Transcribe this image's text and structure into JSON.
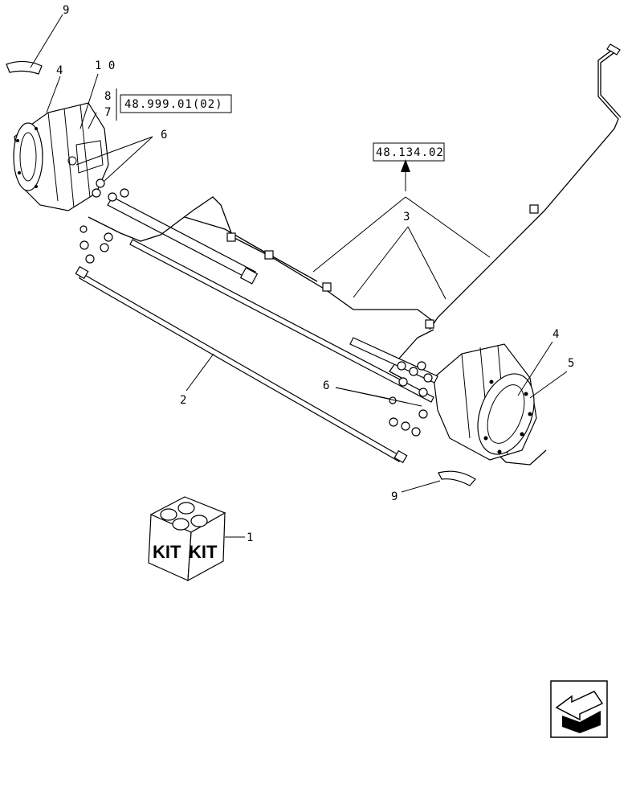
{
  "callouts": {
    "c9_top": "9",
    "c4_left": "4",
    "c10": "1 0",
    "c8": "8",
    "c7": "7",
    "c6_left": "6",
    "c3": "3",
    "c4_right": "4",
    "c5": "5",
    "c6_mid": "6",
    "c2": "2",
    "c9_bottom": "9",
    "c1": "1"
  },
  "references": {
    "ref_top": "48.999.01(02)",
    "ref_mid": "48.134.02"
  },
  "kit": {
    "face_left": "KIT",
    "face_right": "KIT"
  },
  "icons": {
    "navigation": "back-arrow-icon"
  }
}
